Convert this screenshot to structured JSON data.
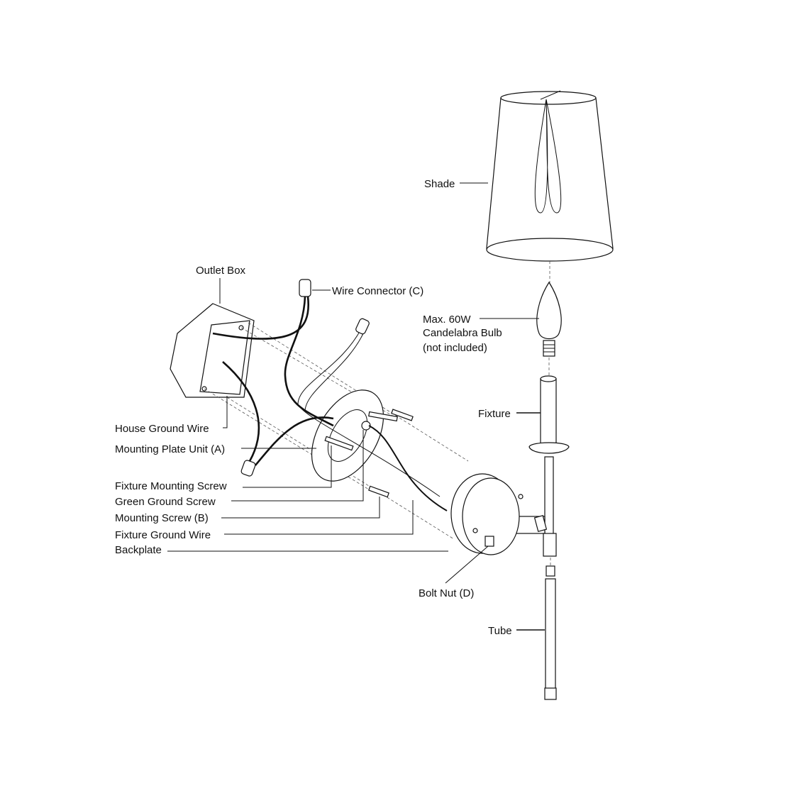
{
  "title": "Wall sconce assembly diagram",
  "labels": {
    "shade": "Shade",
    "outlet_box": "Outlet Box",
    "wire_connector": "Wire Connector (C)",
    "bulb_line1": "Max. 60W",
    "bulb_line2": "Candelabra Bulb",
    "bulb_line3": "(not included)",
    "fixture": "Fixture",
    "house_ground_wire": "House Ground Wire",
    "mounting_plate_unit": "Mounting Plate Unit (A)",
    "fixture_mounting_screw": "Fixture Mounting Screw",
    "green_ground_screw": "Green Ground Screw",
    "mounting_screw": "Mounting Screw (B)",
    "fixture_ground_wire": "Fixture Ground Wire",
    "backplate": "Backplate",
    "bolt_nut": "Bolt Nut (D)",
    "tube": "Tube"
  }
}
